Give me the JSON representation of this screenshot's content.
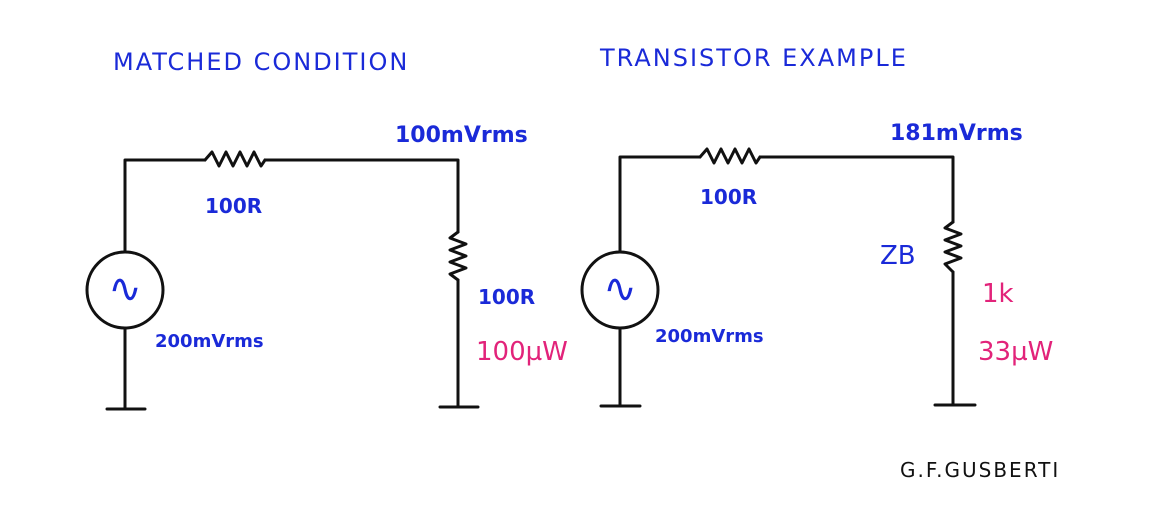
{
  "colors": {
    "ink": "#111111",
    "blue": "#1a2ad8",
    "magenta": "#e2237a"
  },
  "left": {
    "title": "MATCHED CONDITION",
    "source_resistor": "100R",
    "load_voltage": "100mVrms",
    "source_voltage": "200mVrms",
    "load_resistor": "100R",
    "load_power": "100µW"
  },
  "right": {
    "title": "TRANSISTOR EXAMPLE",
    "source_resistor": "100R",
    "load_voltage": "181mVrms",
    "source_voltage": "200mVrms",
    "load_label": "ZB",
    "load_resistor": "1k",
    "load_power": "33µW"
  },
  "signature": "G.F.GUSBERTI",
  "source_symbol": "∿"
}
